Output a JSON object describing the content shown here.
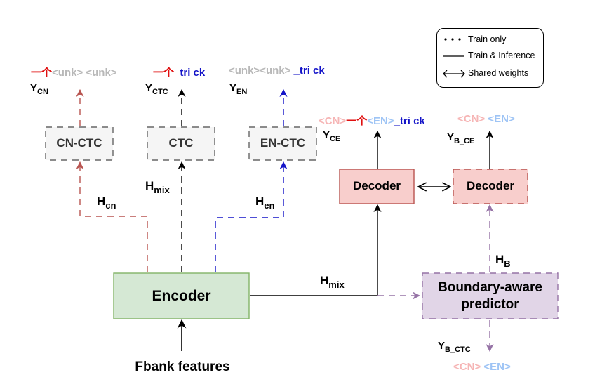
{
  "legend": {
    "items": [
      {
        "symbol": "dotted",
        "label": "Train only"
      },
      {
        "symbol": "solid",
        "label": "Train & Inference"
      },
      {
        "symbol": "double-arrow",
        "label": "Shared weights"
      }
    ]
  },
  "blocks": {
    "cn_ctc": "CN-CTC",
    "ctc": "CTC",
    "en_ctc": "EN-CTC",
    "decoder": "Decoder",
    "decoder_shared": "Decoder",
    "encoder": "Encoder",
    "predictor_line1": "Boundary-aware",
    "predictor_line2": "predictor",
    "input": "Fbank features"
  },
  "hidden_labels": {
    "h_cn": {
      "base": "H",
      "sub": "cn"
    },
    "h_mix_ctc": {
      "base": "H",
      "sub": "mix"
    },
    "h_en": {
      "base": "H",
      "sub": "en"
    },
    "h_mix_dec": {
      "base": "H",
      "sub": "mix"
    },
    "h_b": {
      "base": "H",
      "sub": "B"
    }
  },
  "output_labels": {
    "y_cn": {
      "base": "Y",
      "sub": "CN"
    },
    "y_ctc": {
      "base": "Y",
      "sub": "CTC"
    },
    "y_en": {
      "base": "Y",
      "sub": "EN"
    },
    "y_ce": {
      "base": "Y",
      "sub": "CE"
    },
    "y_b_ce": {
      "base": "Y",
      "sub": "B_CE"
    },
    "y_b_ctc": {
      "base": "Y",
      "sub": "B_CTC"
    }
  },
  "outputs": {
    "cn": {
      "zh": "一个",
      "rest": "<unk> <unk>"
    },
    "ctc": {
      "zh": "一个",
      "en": "_tri ck"
    },
    "en": {
      "unk": "<unk><unk>",
      "en": " _tri ck"
    },
    "ce": {
      "cn_tag": "<CN>",
      "zh": "一个",
      "en_tag": "<EN>",
      "en": "_tri ck"
    },
    "b_ce": {
      "cn_tag": "<CN>",
      "en_tag": "<EN>"
    },
    "b_ctc": {
      "cn_tag": "<CN>",
      "en_tag": "<EN>"
    }
  },
  "colors": {
    "cn_path": "#b85450",
    "en_path": "#1414c8",
    "mix_path": "#000000",
    "boundary_path": "#9673a6",
    "encoder_fill": "#d5e8d4",
    "encoder_stroke": "#82b366",
    "decoder_fill": "#f8cecc",
    "decoder_stroke": "#b85450",
    "predictor_fill": "#e1d5e7",
    "ctc_fill": "#f5f5f5",
    "ctc_stroke": "#666666"
  }
}
